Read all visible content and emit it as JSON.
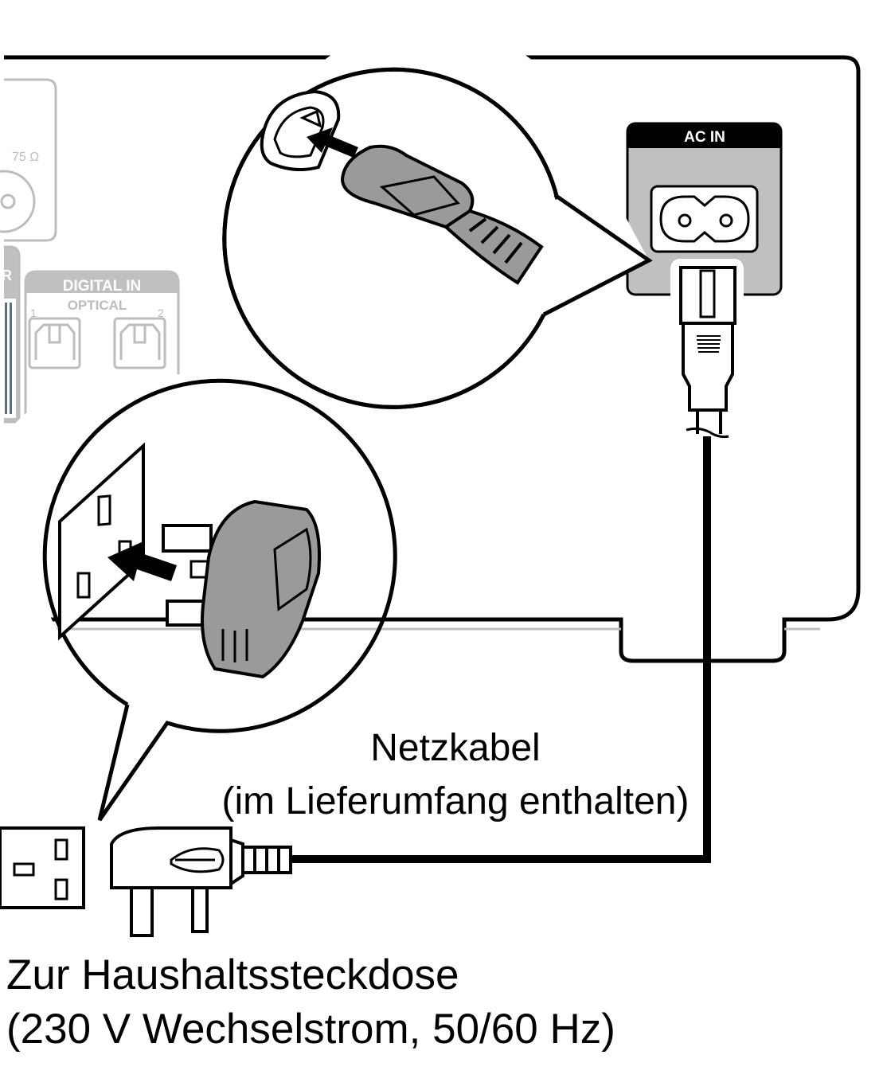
{
  "panel": {
    "impedance_label": "75 Ω",
    "digital_in_label": "DIGITAL IN",
    "optical_label": "OPTICAL",
    "optical_port_1": "1",
    "optical_port_2": "2",
    "partial_label": "R",
    "ac_in_label": "AC IN"
  },
  "captions": {
    "cable_title": "Netzkabel",
    "cable_note": "(im Lieferumfang enthalten)",
    "outlet_title": "Zur Haushaltssteckdose",
    "outlet_note": "(230 V Wechselstrom, 50/60 Hz)"
  },
  "colors": {
    "line": "#000000",
    "panel_gray": "#c0c0c0",
    "faded_gray": "#bdbdbd",
    "plug_gray": "#9a9a9a"
  }
}
